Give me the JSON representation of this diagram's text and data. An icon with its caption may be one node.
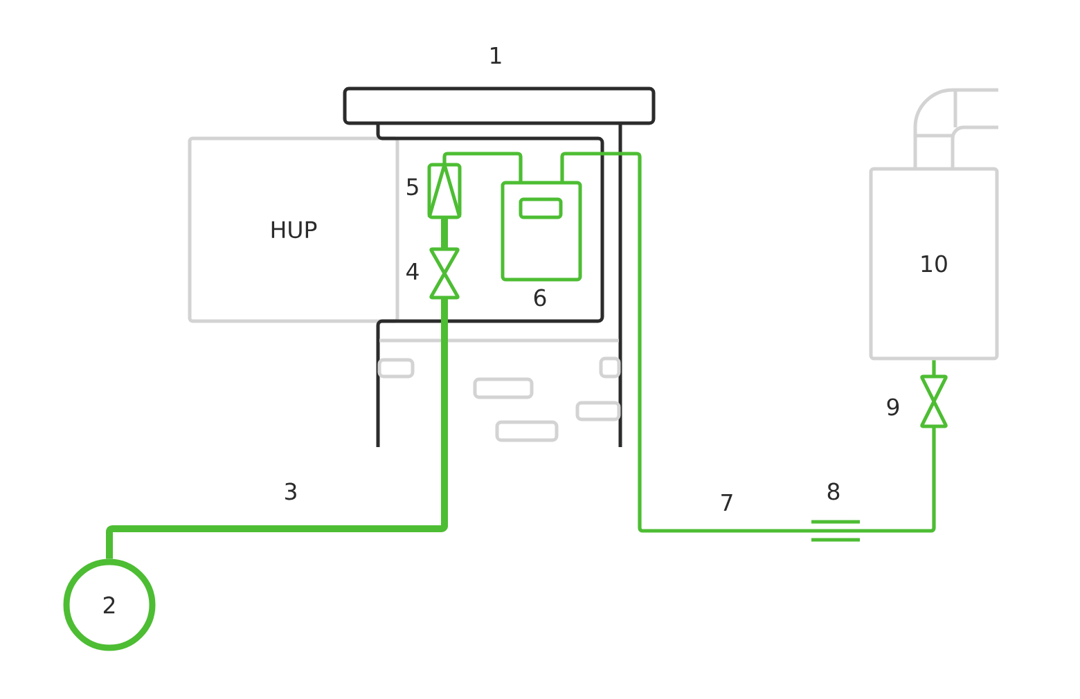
{
  "diagram": {
    "nodes": [
      {
        "text": [
          "HUP"
        ]
      },
      {
        "text": [
          "2"
        ]
      },
      {
        "text": [],
        "shape": "valve",
        "beside": [
          "4"
        ]
      },
      {
        "text": [],
        "shape": "box",
        "beside": [
          "5"
        ]
      },
      {
        "text": [],
        "shape": "box",
        "beside": [
          "6"
        ]
      },
      {
        "text": [],
        "shape": "bar",
        "beside": [
          "8"
        ]
      },
      {
        "text": [],
        "shape": "valve",
        "beside": [
          "9"
        ]
      },
      {
        "text": [
          "10"
        ]
      }
    ],
    "edges": [
      {
        "from": 1,
        "to": 2,
        "arrow": "none",
        "label": "3",
        "style": "thick"
      },
      {
        "from": 2,
        "to": 3,
        "arrow": "none",
        "style": "thick"
      },
      {
        "from": 3,
        "to": 4,
        "arrow": "none"
      },
      {
        "from": 4,
        "to": 5,
        "arrow": "none",
        "label": "7"
      },
      {
        "from": 5,
        "to": 6,
        "arrow": "none"
      },
      {
        "from": 6,
        "to": 7,
        "arrow": "none"
      }
    ],
    "labels": [
      "1"
    ]
  }
}
